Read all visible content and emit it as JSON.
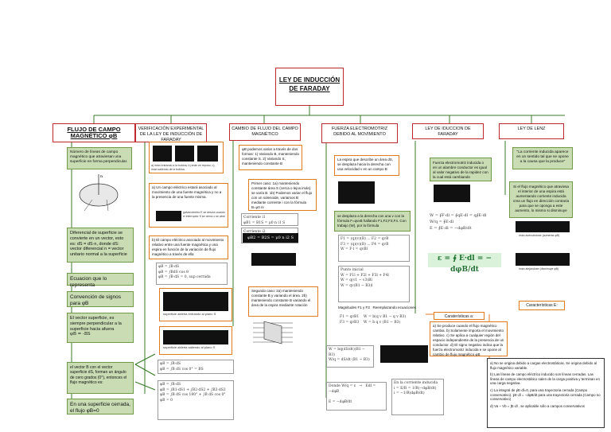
{
  "title": "LEY DE INDUCCIÓN DE FARADAY",
  "headers": {
    "flujo": "FLUJO DE CAMPO MAGNÉTICO φB",
    "verificacion": "VERIFICACIÓN EXPERIMENTAL DE LA LEY DE INDUCCIÓN DE FARADAY",
    "cambio": "CAMBIO DE FLUJO DEL CAMPO MAGNÉTICO",
    "fem": "FUERZA ELECTROMOTRIZ DEBIDO AL MOVIMIENTO",
    "induccion": "LEY DE IDUCCION DE FARADAY",
    "lenz": "LEY DE LENZ"
  },
  "flujo": {
    "definition": "Número de líneas de campo magnético que atraviesan una superficie en forma perpendicular.",
    "diferencial": "Diferencial de superficie se convierte en un vector, esto es: dS = dS·n, donde dS: vector diferencial n = vector unitario normal a la superficie",
    "ecuacion": "Ecuacion que lo representa",
    "convencion": "Convención de signos para φB",
    "perpendicular": "El vector superficie, es siempre perpendicular a la superficie hacia afuera",
    "perpendicular_formula": "φB = -BS",
    "vector": "el vector B con el vector superficie dS, forman un ángulo de cero grados (0°), entonces el flujo magnético es:",
    "cerrada": "En una superficie cerrada, el flujo φB=0"
  },
  "verificacion": {
    "fig_caption": "a) imán entrando a la bobina; b) imán en reposo; c) imán saliendo de la bobina.",
    "nota_a": "a) Un campo eléctrico estará asociado al movimiento de una fuente magnética y no a la presencia de una fuente misma.",
    "img_caption_a": "galvanómetro E se desvía cuando el interruptor S se cierra o se abre",
    "nota_b": "b) El campo eléctrico asociado al movimiento relativo entre una fuente magnética y una espira en función de la variación de flujo magnético a través de ella",
    "caption_plano": "superficie abierta entrando al plano S",
    "caption_saliendo": "superficie abierta saliendo al plano S"
  },
  "cambio": {
    "formas": "φB podemos variar a través de dos formas: 1) Variando B, manteniendo constante S. 2) Variando S, manteniendo constante B",
    "primer_caso": "Primer caso: 1a) manteniendo constante área S (cerca o lejos imán) se varía B. 1b) Podemos variar el flujo con un solenoide, variamos B mediante corriente i con la fórmula B=μ0 ni",
    "corriente1": "Corriente i1",
    "corriente2": "Corriente i2",
    "segundo_caso": "Segundo caso: 2a) manteniendo constante B y variando el área. 2b) manteniendo constante B variando el área de la espira mediante rotación"
  },
  "fem": {
    "espira": "La espira que describe un área dS, se desplaza hacia la derecha con una velocidad v en un campo B",
    "desplaza": "se desplaza a la derecha con una v con la fórmula F=qvxB hallando F1,F2,F3,F4. Con trabajo (W), por la fórmula",
    "punto": "Punto inicial",
    "magnitudes": "Magnitudes F1 y F3",
    "reemplazando": "Reemplazando ecuaciones",
    "corriente_inducida": "En la corriente inducida"
  },
  "induccion": {
    "texto": "Fuerza electromotriz inducida o en un alambre conductor es igual al valor negativo de la rapidez con la cual está cambiando",
    "caracteristicas_label": "Caraterísticas a:",
    "caracteristicas": "a) Se produce cuando el flujo magnético cambia. b) Solamente importa el movimiento relativo. c) Se aplica a cualquier región del espacio independiente de la presencia de un conductor. d) El signo negativo indica que la fuerza electromotriz inducida e se opone al cambio de flujo magnético φB",
    "formula": "ε = ∮ E·dl = − dφB/dt"
  },
  "lenz": {
    "cita": "\"La corriente inducida aparece en un sentido tal que se opone a la causa que la produce\"",
    "explicacion": "Si el flujo magnético que atraviesa el interior de una espira está aumentando corriente inducida crea un flujo en dirección contraria para que se oponga a este aumento, lo mismo si disminuye",
    "img1": "imán acercándose (aumenta φB)",
    "img2": "imán alejándose (disminuye φB)",
    "caracteristicas_label": "Características E:",
    "carac_a": "a) No se origina debido a cargas electrostáticas. Se origina debido al flujo magnético variable.",
    "carac_b": "b) Las líneas de campo eléctrico inducido son líneas cerradas. Las líneas de campo electrostático salen de la carga positiva y terminan en una carga negativa.",
    "carac_c": "c) La integral de ∮E·dl=0, para una trayectoria cerrada (Campo conservativo). ∮E·dl = −dφB/dt para una trayectoria cerrada (Campo no conservativo)",
    "carac_d": "d) Va − Vb = ∫E·dl , se aplicable sólo a campos conservativos"
  }
}
